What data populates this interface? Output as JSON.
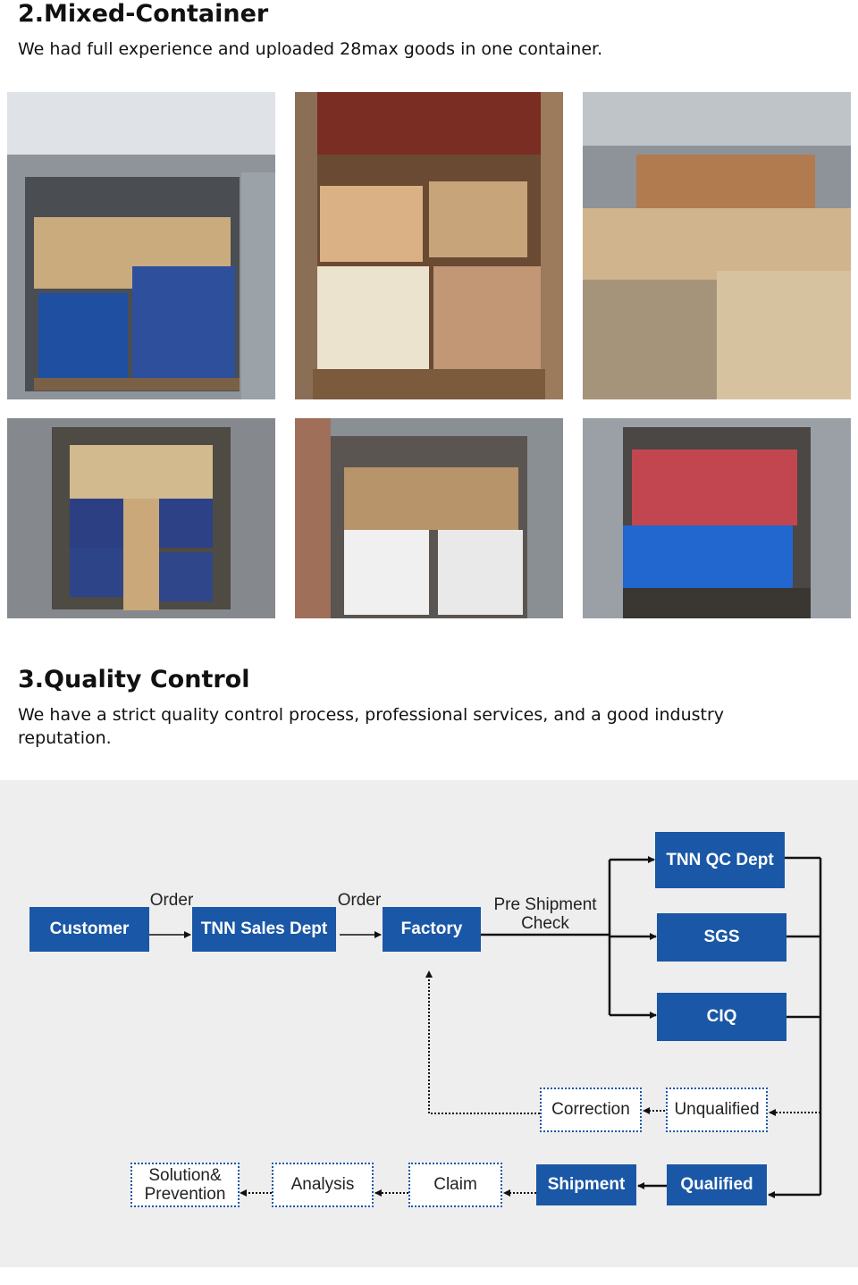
{
  "mixed": {
    "title": "2.Mixed-Container",
    "text": "We had full experience and uploaded 28max goods in one container."
  },
  "quality": {
    "title": "3.Quality Control",
    "text": "We have a strict quality control process, professional services, and a good industry reputation."
  },
  "flow": {
    "customer": "Customer",
    "sales": "TNN Sales Dept",
    "factory": "Factory",
    "qc": "TNN QC Dept",
    "sgs": "SGS",
    "ciq": "CIQ",
    "correction": "Correction",
    "unqualified": "Unqualified",
    "qualified": "Qualified",
    "shipment": "Shipment",
    "claim": "Claim",
    "analysis": "Analysis",
    "solution_line1": "Solution&",
    "solution_line2": "Prevention",
    "order_label_1": "Order",
    "order_label_2": "Order",
    "pre_shipment_line1": "Pre Shipment",
    "pre_shipment_line2": "Check"
  },
  "colors": {
    "box_blue": "#1a57a6",
    "panel_bg": "#eeeeee"
  }
}
